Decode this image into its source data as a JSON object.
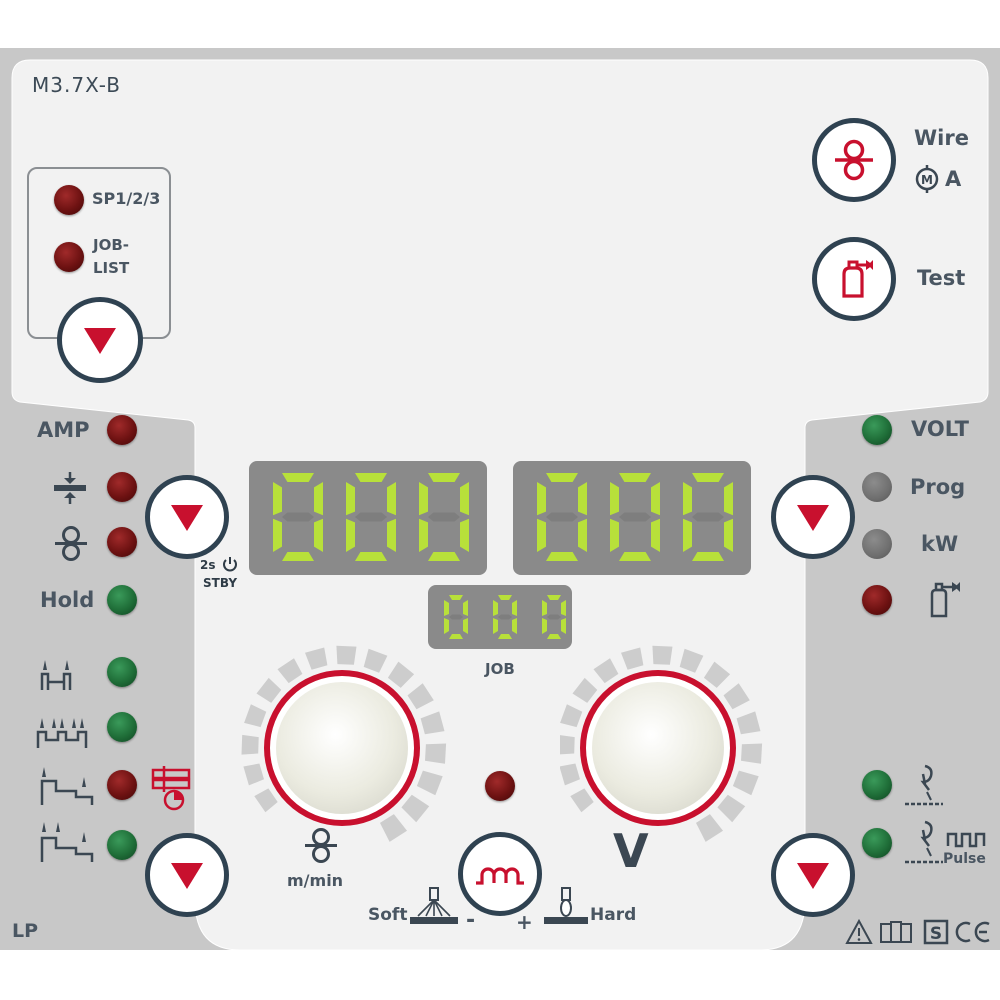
{
  "panel": {
    "model": "M3.7X-B",
    "footer_left": "LP"
  },
  "top_left_group": {
    "items": [
      {
        "label": "SP1/2/3",
        "led": "red"
      },
      {
        "label_line1": "JOB-",
        "label_line2": "LIST",
        "led": "red"
      }
    ]
  },
  "top_right": {
    "wire_label": "Wire",
    "wire_sub": "A",
    "wire_sub_icon_letter": "M",
    "test_label": "Test"
  },
  "left_column": {
    "amp": "AMP",
    "hold": "Hold",
    "standby_top": "2s",
    "standby_bottom": "STBY",
    "leds": [
      "red",
      "red",
      "red",
      "green",
      "green",
      "green",
      "red",
      "green"
    ]
  },
  "right_column": {
    "volt": "VOLT",
    "prog": "Prog",
    "kw": "kW",
    "pulse": "Pulse",
    "leds": [
      "green",
      "grey",
      "grey",
      "red",
      "green",
      "green"
    ]
  },
  "displays": {
    "left": "000",
    "right": "000",
    "job": "000",
    "job_label": "JOB"
  },
  "knobs": {
    "left_unit": "m/min",
    "right_unit": "V"
  },
  "bottom_center": {
    "soft": "Soft",
    "hard": "Hard",
    "minus": "-",
    "plus": "+"
  },
  "colors": {
    "accent_red": "#c8102e",
    "navy": "#2f4251",
    "panel_grey": "#c8c8c8",
    "segment_green": "#b8e03a"
  }
}
